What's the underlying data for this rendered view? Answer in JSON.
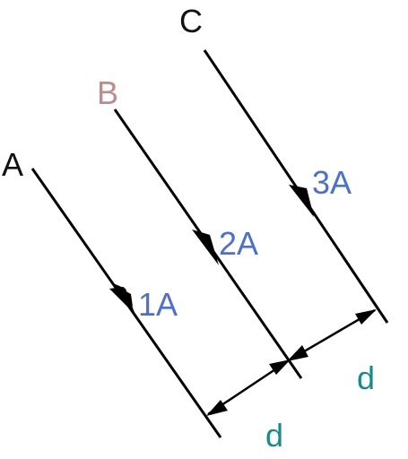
{
  "wires": [
    {
      "id": "A",
      "name": "A",
      "current": "1A",
      "name_color": "#111111"
    },
    {
      "id": "B",
      "name": "B",
      "current": "2A",
      "name_color": "#c48a8a"
    },
    {
      "id": "C",
      "name": "C",
      "current": "3A",
      "name_color": "#111111"
    }
  ],
  "spacing": [
    {
      "label": "d"
    },
    {
      "label": "d"
    }
  ],
  "colors": {
    "wire": "#000000",
    "current_label": "#4a6fd6",
    "spacing_label": "#1a8a8a"
  }
}
